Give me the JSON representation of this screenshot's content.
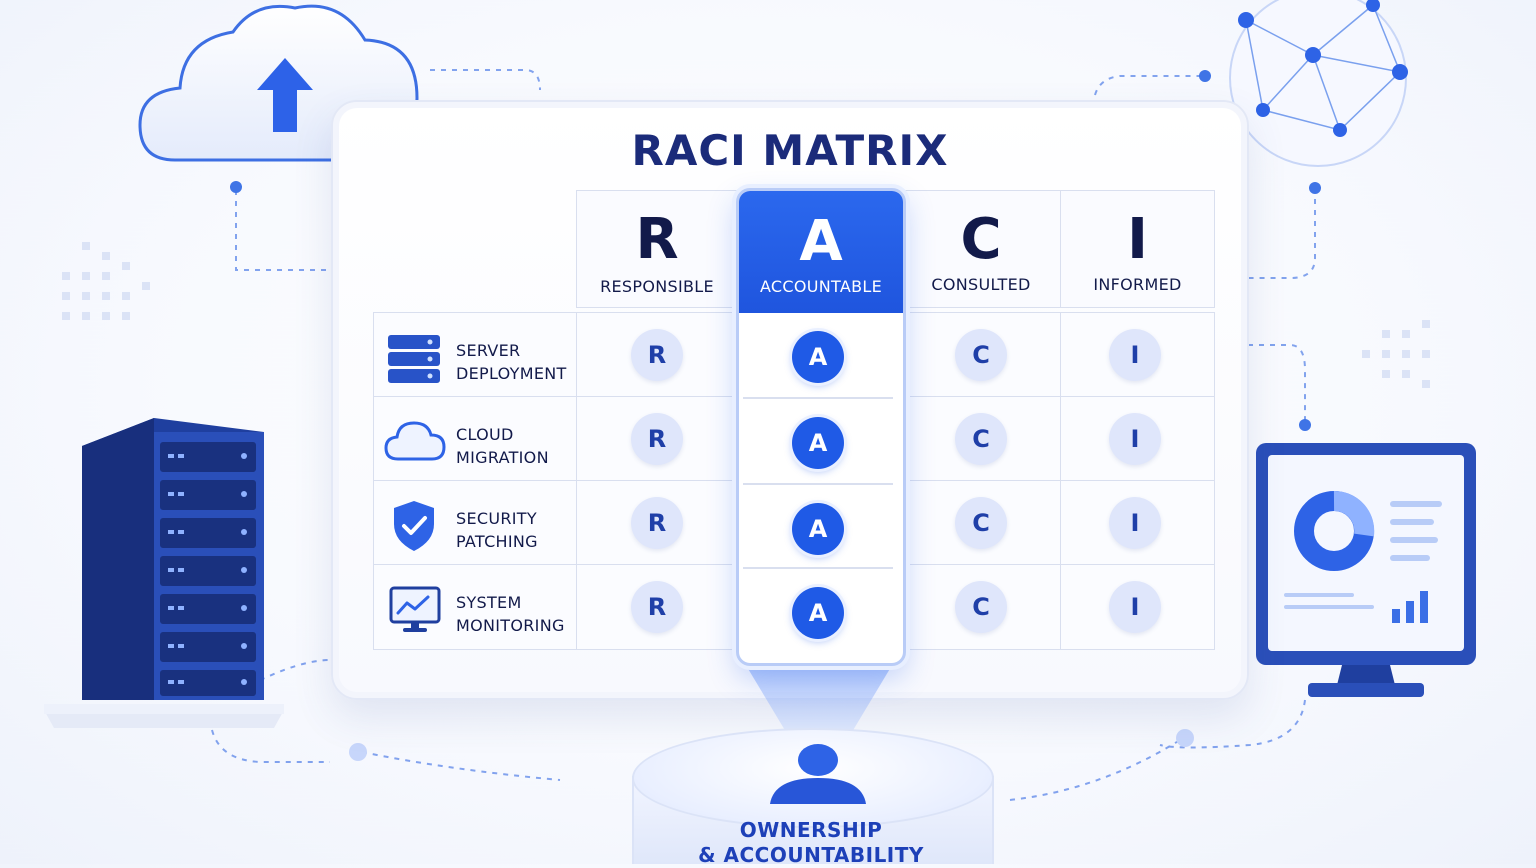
{
  "title": "RACI MATRIX",
  "columns": [
    {
      "letter": "R",
      "name": "RESPONSIBLE"
    },
    {
      "letter": "A",
      "name": "ACCOUNTABLE"
    },
    {
      "letter": "C",
      "name": "CONSULTED"
    },
    {
      "letter": "I",
      "name": "INFORMED"
    }
  ],
  "rows": [
    {
      "line1": "SERVER",
      "line2": "DEPLOYMENT",
      "icon": "server-stack-icon",
      "values": [
        "R",
        "A",
        "C",
        "I"
      ]
    },
    {
      "line1": "CLOUD",
      "line2": "MIGRATION",
      "icon": "cloud-icon",
      "values": [
        "R",
        "A",
        "C",
        "I"
      ]
    },
    {
      "line1": "SECURITY",
      "line2": "PATCHING",
      "icon": "shield-check-icon",
      "values": [
        "R",
        "A",
        "C",
        "I"
      ]
    },
    {
      "line1": "SYSTEM",
      "line2": "MONITORING",
      "icon": "monitor-chart-icon",
      "values": [
        "R",
        "A",
        "C",
        "I"
      ]
    }
  ],
  "highlight_column": "ACCOUNTABLE",
  "footer": {
    "line1": "OWNERSHIP",
    "line2": "& ACCOUNTABILITY"
  },
  "colors": {
    "accent": "#1f5ae6",
    "title": "#1b2b7a",
    "badge_bg": "#dfe6fb"
  }
}
